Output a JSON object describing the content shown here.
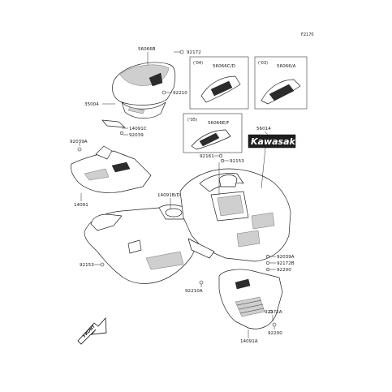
{
  "figure_code": "F2170",
  "logo_text": "Kawasaki",
  "front_arrow_text": "FRONT",
  "insets": [
    {
      "year": "('04)",
      "part": "56066C/D"
    },
    {
      "year": "('03)",
      "part": "56066/A"
    },
    {
      "year": "('05)",
      "part": "56066E/F"
    }
  ],
  "labels": {
    "p56066B": "56066B",
    "p92172_top": "92172",
    "p92210": "92210",
    "p35004": "35004",
    "p14091C": "14091C",
    "p92039_top": "92039",
    "p92039A_left": "92039A",
    "p14091": "14091",
    "p14091BD": "14091B/D",
    "p92161": "92161",
    "p92153_right": "92153",
    "p56014": "56014",
    "p92153_left": "92153",
    "p92039A_right": "92039A",
    "p92172B": "92172B",
    "p92200_mid": "92200",
    "p92210A": "92210A",
    "p92172A": "92172A",
    "p92200_bottom": "92200",
    "p14091A": "14091A"
  }
}
